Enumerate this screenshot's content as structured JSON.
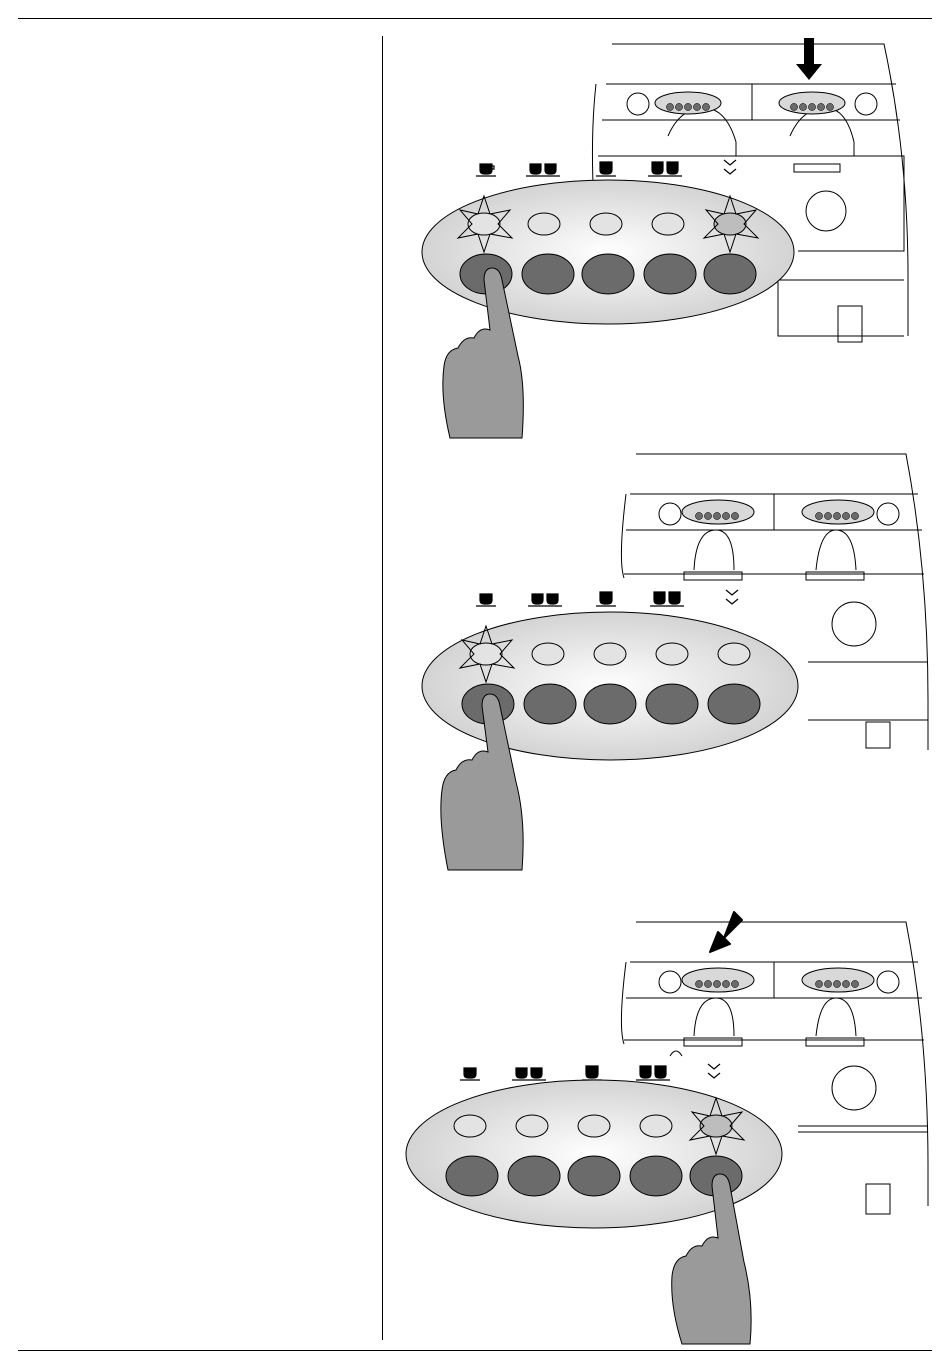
{
  "page": {
    "left_column_text": "",
    "figures": [
      {
        "pressed_button": 1,
        "lit_leds": [
          1,
          5
        ],
        "arrow": "right-group"
      },
      {
        "pressed_button": 1,
        "lit_leds": [
          1
        ],
        "arrow": "none"
      },
      {
        "pressed_button": 5,
        "lit_leds": [
          5
        ],
        "arrow": "left-group"
      }
    ]
  },
  "icons": {
    "cup_single": "single-cup-icon",
    "cup_double": "double-cup-icon",
    "cup_single_dark": "single-dark-cup-icon",
    "cup_double_dark": "double-dark-cup-icon",
    "continuous": "continuous-dispense-icon"
  },
  "colors": {
    "panel": "#d9d9d9",
    "button": "#6b6b6b",
    "led": "#e3e3e3",
    "hand": "#9a9a9a",
    "outline": "#000000"
  }
}
